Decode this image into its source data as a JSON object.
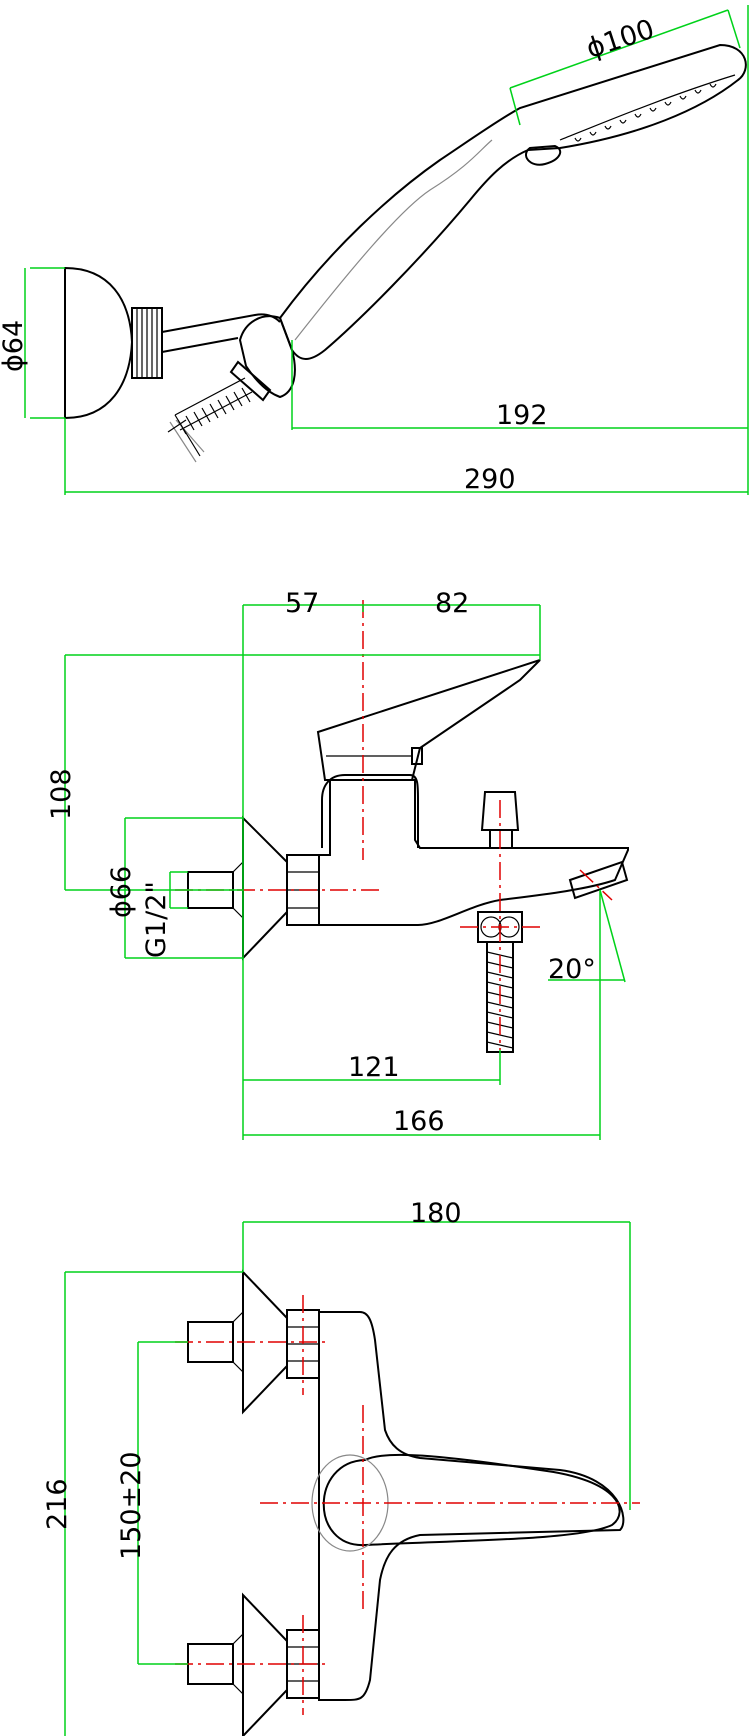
{
  "colors": {
    "dimension_line": "#00d21a",
    "center_line": "#e00000",
    "outline": "#000000",
    "background": "#ffffff"
  },
  "views": {
    "hand_shower": {
      "dims": {
        "head_diameter": "ϕ100",
        "wall_diameter": "ϕ64",
        "projection": "192",
        "total_length": "290"
      }
    },
    "mixer_side": {
      "dims": {
        "spout_offset": "57",
        "lever_offset": "82",
        "height": "108",
        "flange_diameter": "ϕ66",
        "thread": "G1/2\"",
        "angle": "20°",
        "outlet_projection": "121",
        "spout_projection": "166"
      }
    },
    "mixer_front": {
      "dims": {
        "width": "180",
        "height": "216",
        "centers": "150±20"
      }
    }
  }
}
